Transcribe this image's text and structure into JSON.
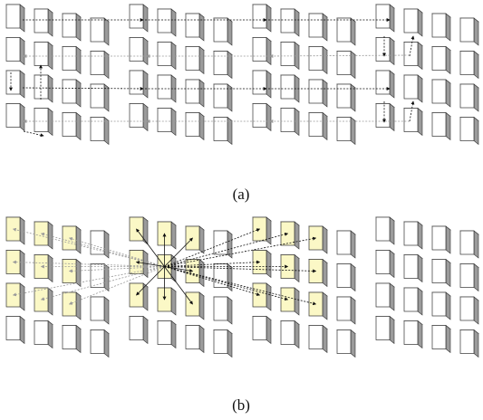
{
  "figure": {
    "caption_a": "(a)",
    "caption_b": "(b)"
  },
  "colors": {
    "face": "#ffffff",
    "face_highlight": "#fbf8c6",
    "side": "#9b9b9b",
    "top": "#d6d6d6",
    "edge": "#333333",
    "arrow_black": "#111111",
    "arrow_gray": "#9a9a9a"
  },
  "grid": {
    "groups": 4,
    "rows_per_group": 4,
    "cols_per_group": 4
  },
  "panel_b": {
    "highlighted_tiles": [
      [
        0,
        [
          [
            0,
            0
          ],
          [
            0,
            1
          ],
          [
            0,
            2
          ],
          [
            1,
            0
          ],
          [
            1,
            1
          ],
          [
            1,
            2
          ],
          [
            2,
            0
          ],
          [
            2,
            1
          ],
          [
            2,
            2
          ]
        ]
      ],
      [
        1,
        [
          [
            0,
            0
          ],
          [
            0,
            1
          ],
          [
            0,
            2
          ],
          [
            1,
            0
          ],
          [
            1,
            1
          ],
          [
            1,
            2
          ],
          [
            2,
            0
          ],
          [
            2,
            1
          ],
          [
            2,
            2
          ]
        ]
      ],
      [
        2,
        [
          [
            0,
            0
          ],
          [
            0,
            1
          ],
          [
            0,
            2
          ],
          [
            1,
            0
          ],
          [
            1,
            1
          ],
          [
            1,
            2
          ],
          [
            2,
            0
          ],
          [
            2,
            1
          ],
          [
            2,
            2
          ]
        ]
      ]
    ],
    "center_tile": [
      1,
      1,
      1
    ]
  }
}
